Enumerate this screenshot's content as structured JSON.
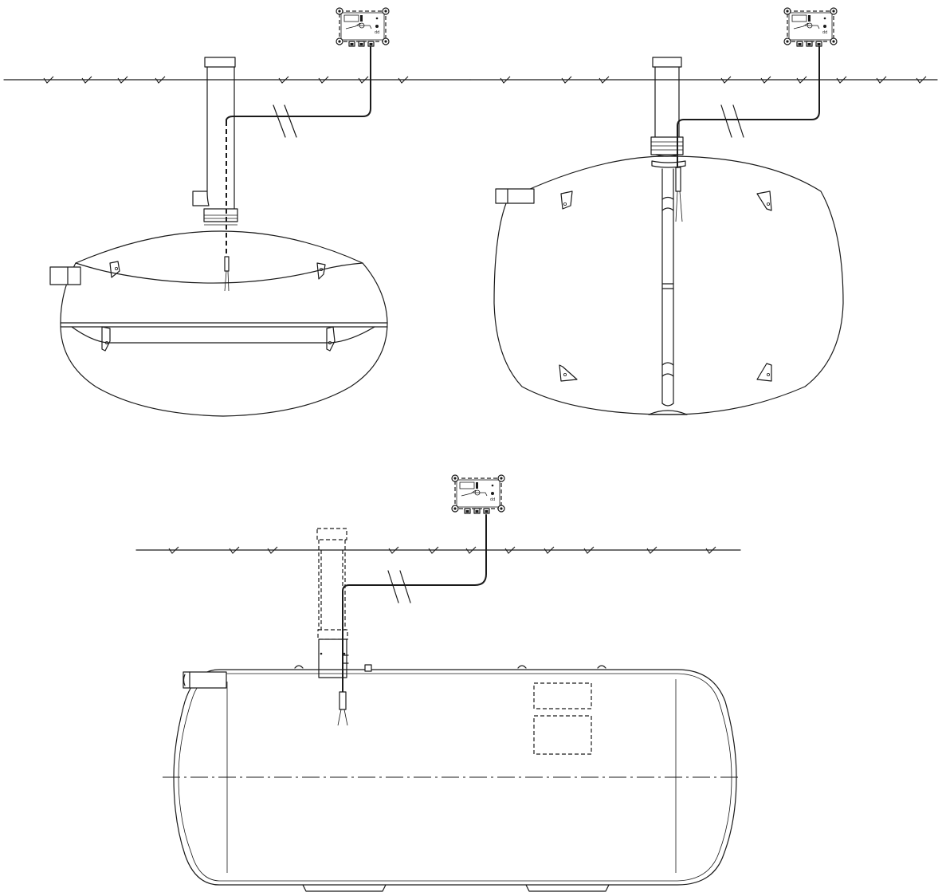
{
  "drawing": {
    "views": [
      {
        "id": "elliptical-tank-front-view"
      },
      {
        "id": "round-tank-front-view"
      },
      {
        "id": "cylindrical-tank-side-view"
      }
    ],
    "controller": {
      "brand_label": "Lidnbrl"
    },
    "colors": {
      "line": "#1a1a1a",
      "background": "#ffffff"
    }
  }
}
